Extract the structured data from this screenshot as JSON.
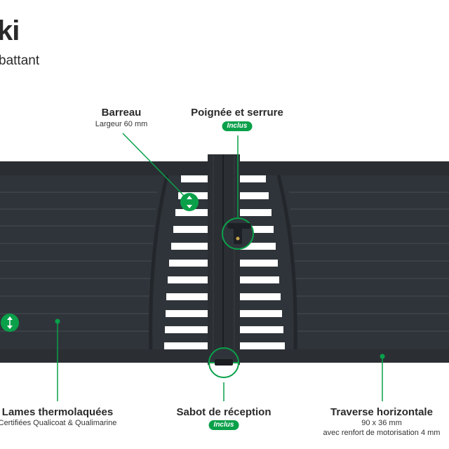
{
  "title": "ki",
  "subtitle": "battant",
  "callouts": {
    "barreau": {
      "label": "Barreau",
      "detail": "Largeur 60 mm"
    },
    "poignee": {
      "label": "Poignée et serrure",
      "badge": "Inclus"
    },
    "lames": {
      "label": "Lames thermolaquées",
      "detail": "Certifiées Qualicoat & Qualimarine"
    },
    "sabot": {
      "label": "Sabot de réception",
      "badge": "Inclus"
    },
    "traverse": {
      "label": "Traverse horizontale",
      "detail1": "90 x 36 mm",
      "detail2": "avec renfort de motorisation 4 mm"
    }
  },
  "colors": {
    "gate": "#2f343a",
    "gate_dark": "#25292e",
    "slat_line": "#464c53",
    "accent": "#0aa04a"
  }
}
